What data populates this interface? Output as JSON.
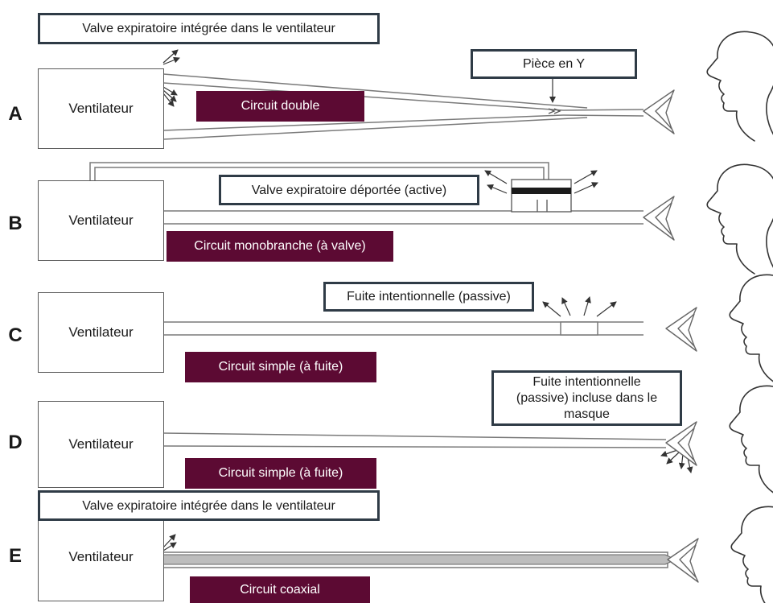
{
  "rows": [
    {
      "letter": "A",
      "ventilator": "Ventilateur",
      "circuit": "Circuit double",
      "valve": "Valve expiratoire intégrée dans le ventilateur",
      "ypiece": "Pièce en Y"
    },
    {
      "letter": "B",
      "ventilator": "Ventilateur",
      "circuit": "Circuit monobranche (à valve)",
      "valve": "Valve expiratoire déportée (active)"
    },
    {
      "letter": "C",
      "ventilator": "Ventilateur",
      "circuit": "Circuit simple (à fuite)",
      "leak": "Fuite intentionnelle (passive)"
    },
    {
      "letter": "D",
      "ventilator": "Ventilateur",
      "circuit": "Circuit simple (à fuite)",
      "leak_lines": [
        "Fuite intentionnelle",
        "(passive) incluse dans le",
        "masque"
      ]
    },
    {
      "letter": "E",
      "ventilator": "Ventilateur",
      "circuit": "Circuit coaxial",
      "valve": "Valve expiratoire intégrée dans le ventilateur"
    }
  ],
  "colors": {
    "circuit_tag": "#5c0a33",
    "note_border": "#2f3b46",
    "tube": "#7a7a7a",
    "coax_fill": "#bdbdbd"
  }
}
